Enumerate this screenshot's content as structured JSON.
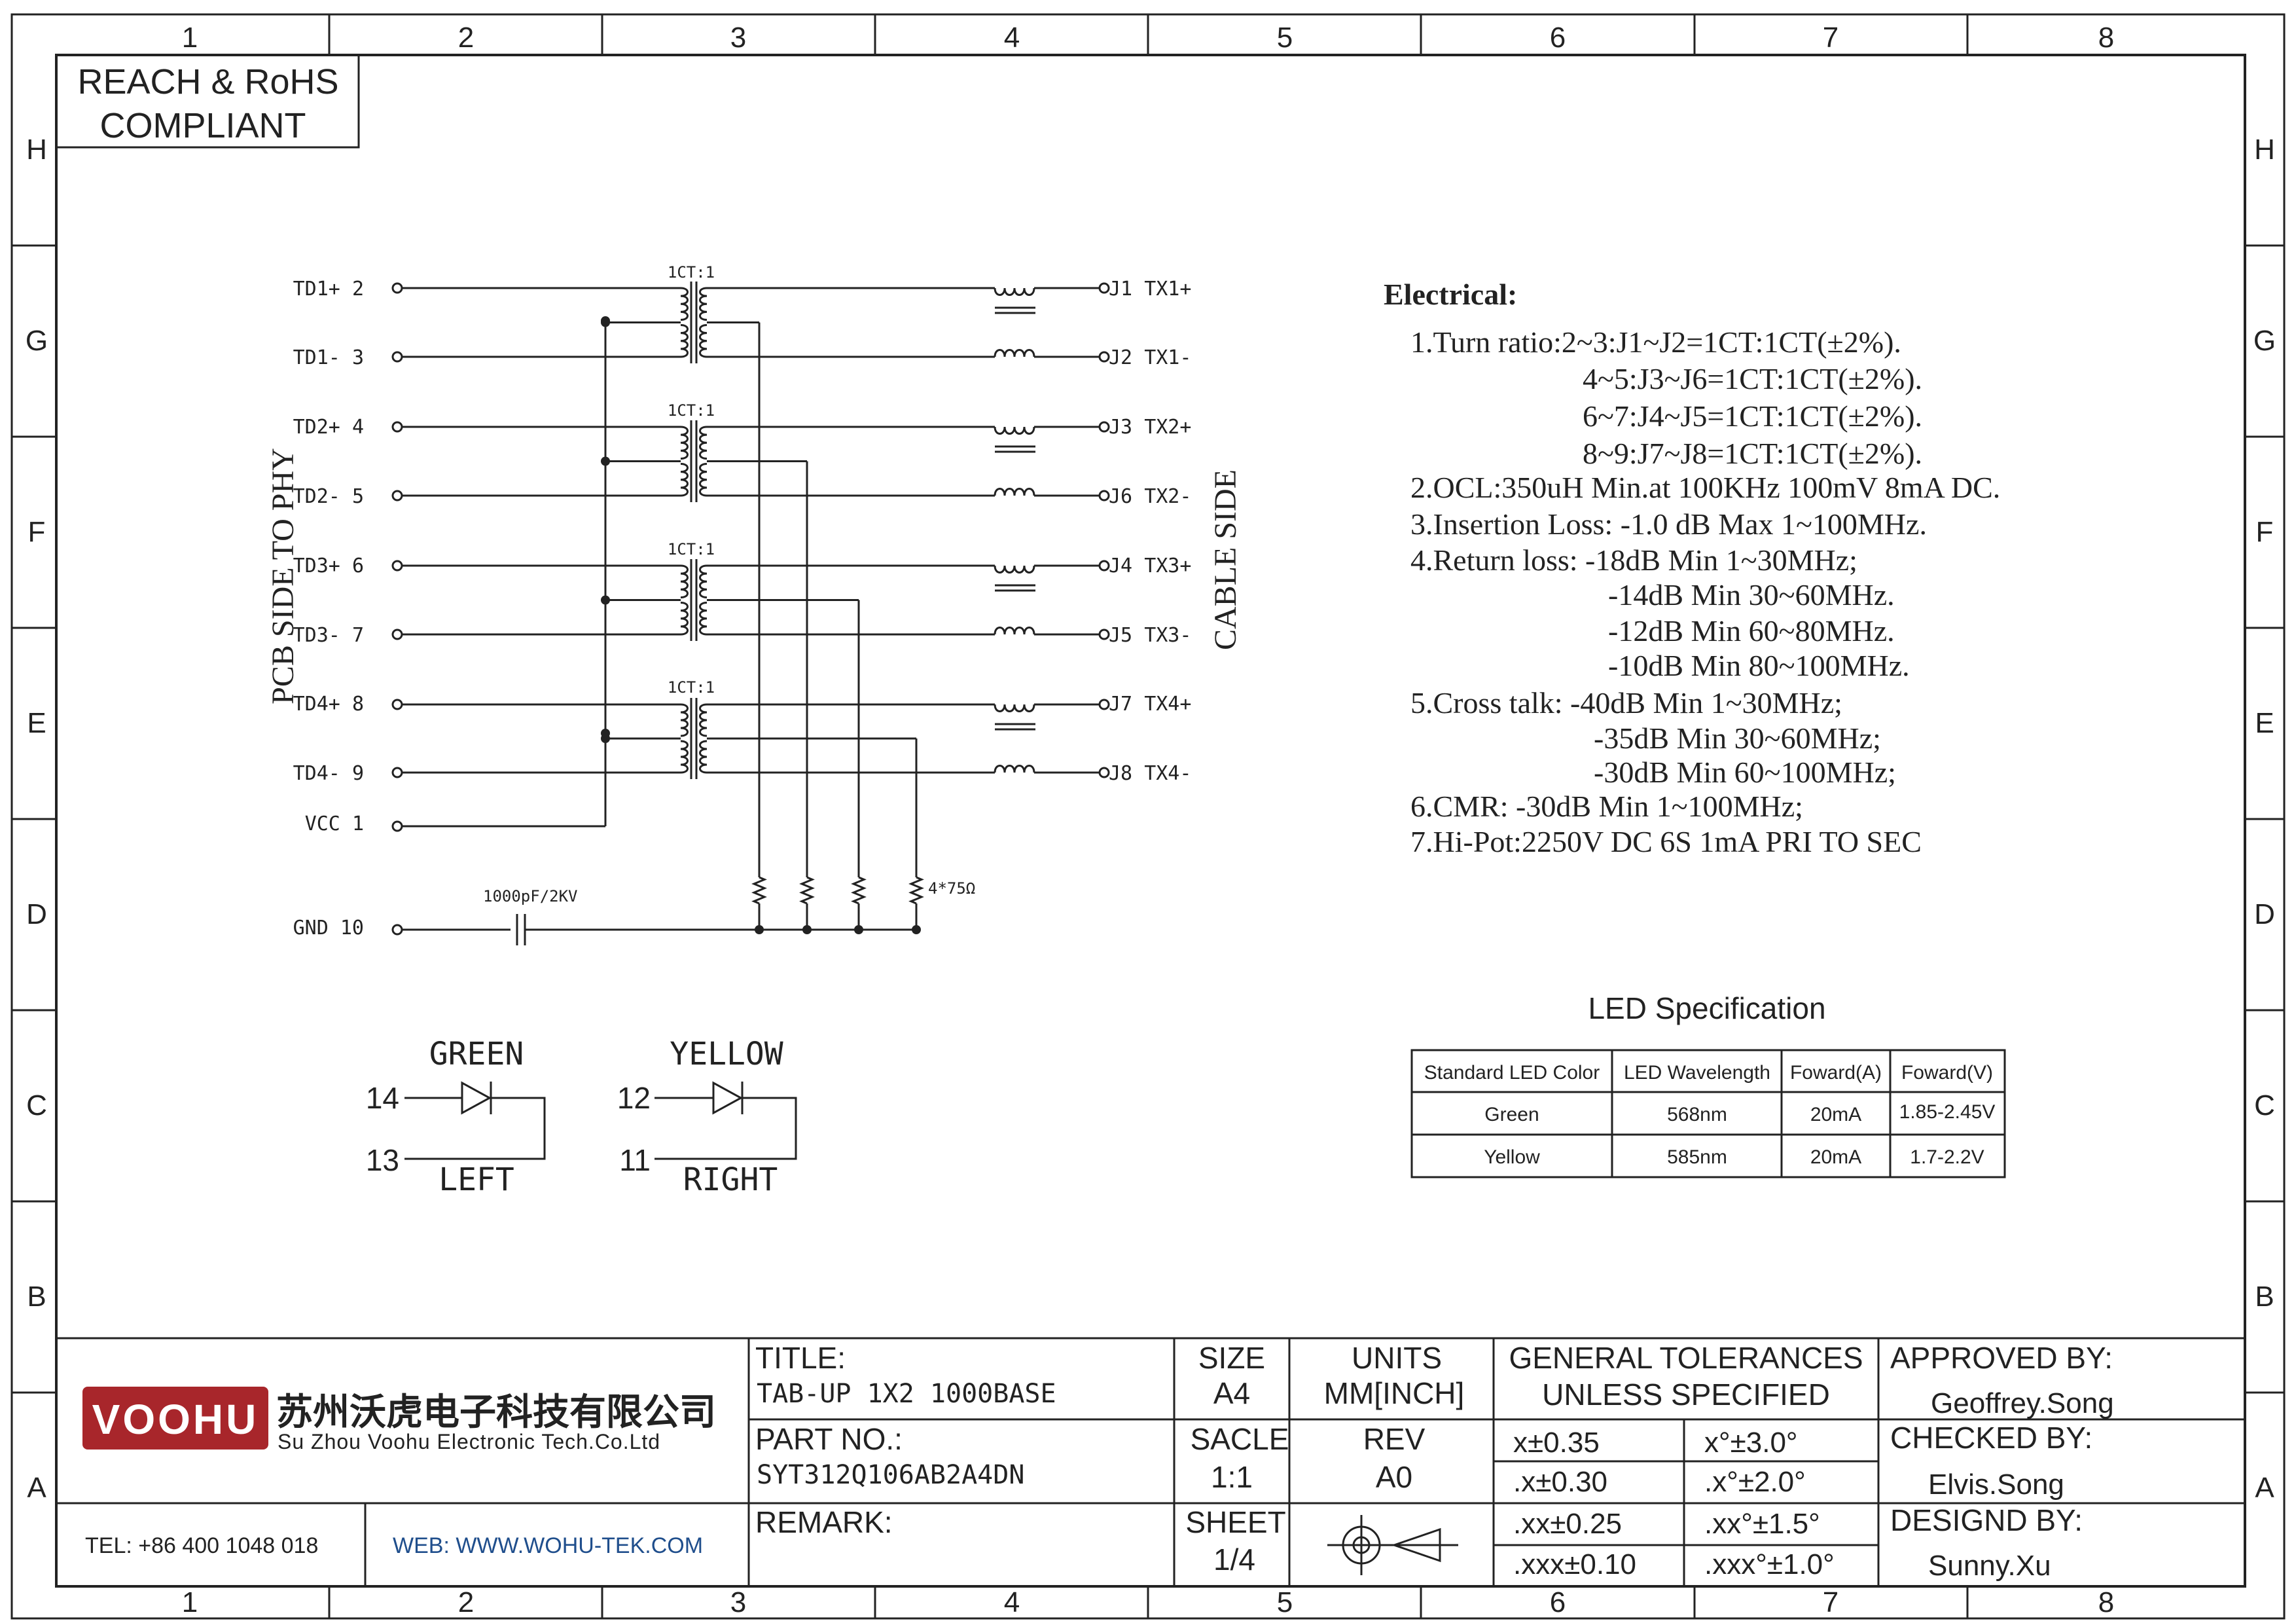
{
  "frame": {
    "columns": [
      "1",
      "2",
      "3",
      "4",
      "5",
      "6",
      "7",
      "8"
    ],
    "rows": [
      "H",
      "G",
      "F",
      "E",
      "D",
      "C",
      "B",
      "A"
    ]
  },
  "compliance": {
    "line1": "REACH & RoHS",
    "line2": "COMPLIANT"
  },
  "schematic": {
    "left_side_label": "PCB SIDE TO PHY",
    "right_side_label": "CABLE SIDE",
    "transformer_ratio": "1CT:1",
    "left_pins": [
      {
        "name": "TD1+",
        "num": "2"
      },
      {
        "name": "TD1-",
        "num": "3"
      },
      {
        "name": "TD2+",
        "num": "4"
      },
      {
        "name": "TD2-",
        "num": "5"
      },
      {
        "name": "TD3+",
        "num": "6"
      },
      {
        "name": "TD3-",
        "num": "7"
      },
      {
        "name": "TD4+",
        "num": "8"
      },
      {
        "name": "TD4-",
        "num": "9"
      }
    ],
    "vcc": {
      "name": "VCC",
      "num": "1"
    },
    "gnd": {
      "name": "GND",
      "num": "10"
    },
    "right_pins": [
      {
        "pin": "J1",
        "name": "TX1+"
      },
      {
        "pin": "J2",
        "name": "TX1-"
      },
      {
        "pin": "J3",
        "name": "TX2+"
      },
      {
        "pin": "J6",
        "name": "TX2-"
      },
      {
        "pin": "J4",
        "name": "TX3+"
      },
      {
        "pin": "J5",
        "name": "TX3-"
      },
      {
        "pin": "J7",
        "name": "TX4+"
      },
      {
        "pin": "J8",
        "name": "TX4-"
      }
    ],
    "capacitor_label": "1000pF/2KV",
    "resistor_label": "4*75Ω"
  },
  "leds": {
    "green": {
      "title": "GREEN",
      "anode": "14",
      "cathode": "13",
      "position": "LEFT"
    },
    "yellow": {
      "title": "YELLOW",
      "anode": "12",
      "cathode": "11",
      "position": "RIGHT"
    }
  },
  "electrical": {
    "heading": "Electrical:",
    "lines": [
      "1.Turn ratio:2~3:J1~J2=1CT:1CT(±2%).",
      "4~5:J3~J6=1CT:1CT(±2%).",
      "6~7:J4~J5=1CT:1CT(±2%).",
      "8~9:J7~J8=1CT:1CT(±2%).",
      "2.OCL:350uH Min.at 100KHz 100mV 8mA DC.",
      "3.Insertion Loss: -1.0 dB Max 1~100MHz.",
      "4.Return loss: -18dB Min 1~30MHz;",
      "-14dB Min 30~60MHz.",
      "-12dB Min 60~80MHz.",
      "-10dB Min 80~100MHz.",
      "5.Cross talk: -40dB Min 1~30MHz;",
      "-35dB Min 30~60MHz;",
      "-30dB Min 60~100MHz;",
      "6.CMR: -30dB Min 1~100MHz;",
      "7.Hi-Pot:2250V DC 6S 1mA PRI TO SEC"
    ]
  },
  "led_spec": {
    "title": "LED Specification",
    "headers": [
      "Standard LED Color",
      "LED Wavelength",
      "Foward(A)",
      "Foward(V)"
    ],
    "rows": [
      [
        "Green",
        "568nm",
        "20mA",
        "1.85-2.45V"
      ],
      [
        "Yellow",
        "585nm",
        "20mA",
        "1.7-2.2V"
      ]
    ]
  },
  "title_block": {
    "logo_text": "VOOHU",
    "company_cn": "苏州沃虎电子科技有限公司",
    "company_en": "Su Zhou Voohu Electronic Tech.Co.Ltd",
    "tel": "TEL: +86 400 1048 018",
    "web": "WEB: WWW.WOHU-TEK.COM",
    "title_label": "TITLE:",
    "title_value": "TAB-UP 1X2 1000BASE",
    "part_label": "PART NO.:",
    "part_value": "SYT312Q106AB2A4DN",
    "remark_label": "REMARK:",
    "size_label": "SIZE",
    "size_value": "A4",
    "units_label": "UNITS",
    "units_value": "MM[INCH]",
    "scale_label": "SACLE",
    "scale_value": "1:1",
    "rev_label": "REV",
    "rev_value": "A0",
    "sheet_label": "SHEET",
    "sheet_value": "1/4",
    "tol_title1": "GENERAL TOLERANCES",
    "tol_title2": "UNLESS SPECIFIED",
    "tolerances": [
      [
        "x±0.35",
        "x°±3.0°"
      ],
      [
        ".x±0.30",
        ".x°±2.0°"
      ],
      [
        ".xx±0.25",
        ".xx°±1.5°"
      ],
      [
        ".xxx±0.10",
        ".xxx°±1.0°"
      ]
    ],
    "approved_label": "APPROVED BY:",
    "approved_value": "Geoffrey.Song",
    "checked_label": "CHECKED BY:",
    "checked_value": "Elvis.Song",
    "designed_label": "DESIGND BY:",
    "designed_value": "Sunny.Xu"
  },
  "colors": {
    "ink": "#222222",
    "logo_red": "#a8262b",
    "web_blue": "#1f4e8c"
  }
}
